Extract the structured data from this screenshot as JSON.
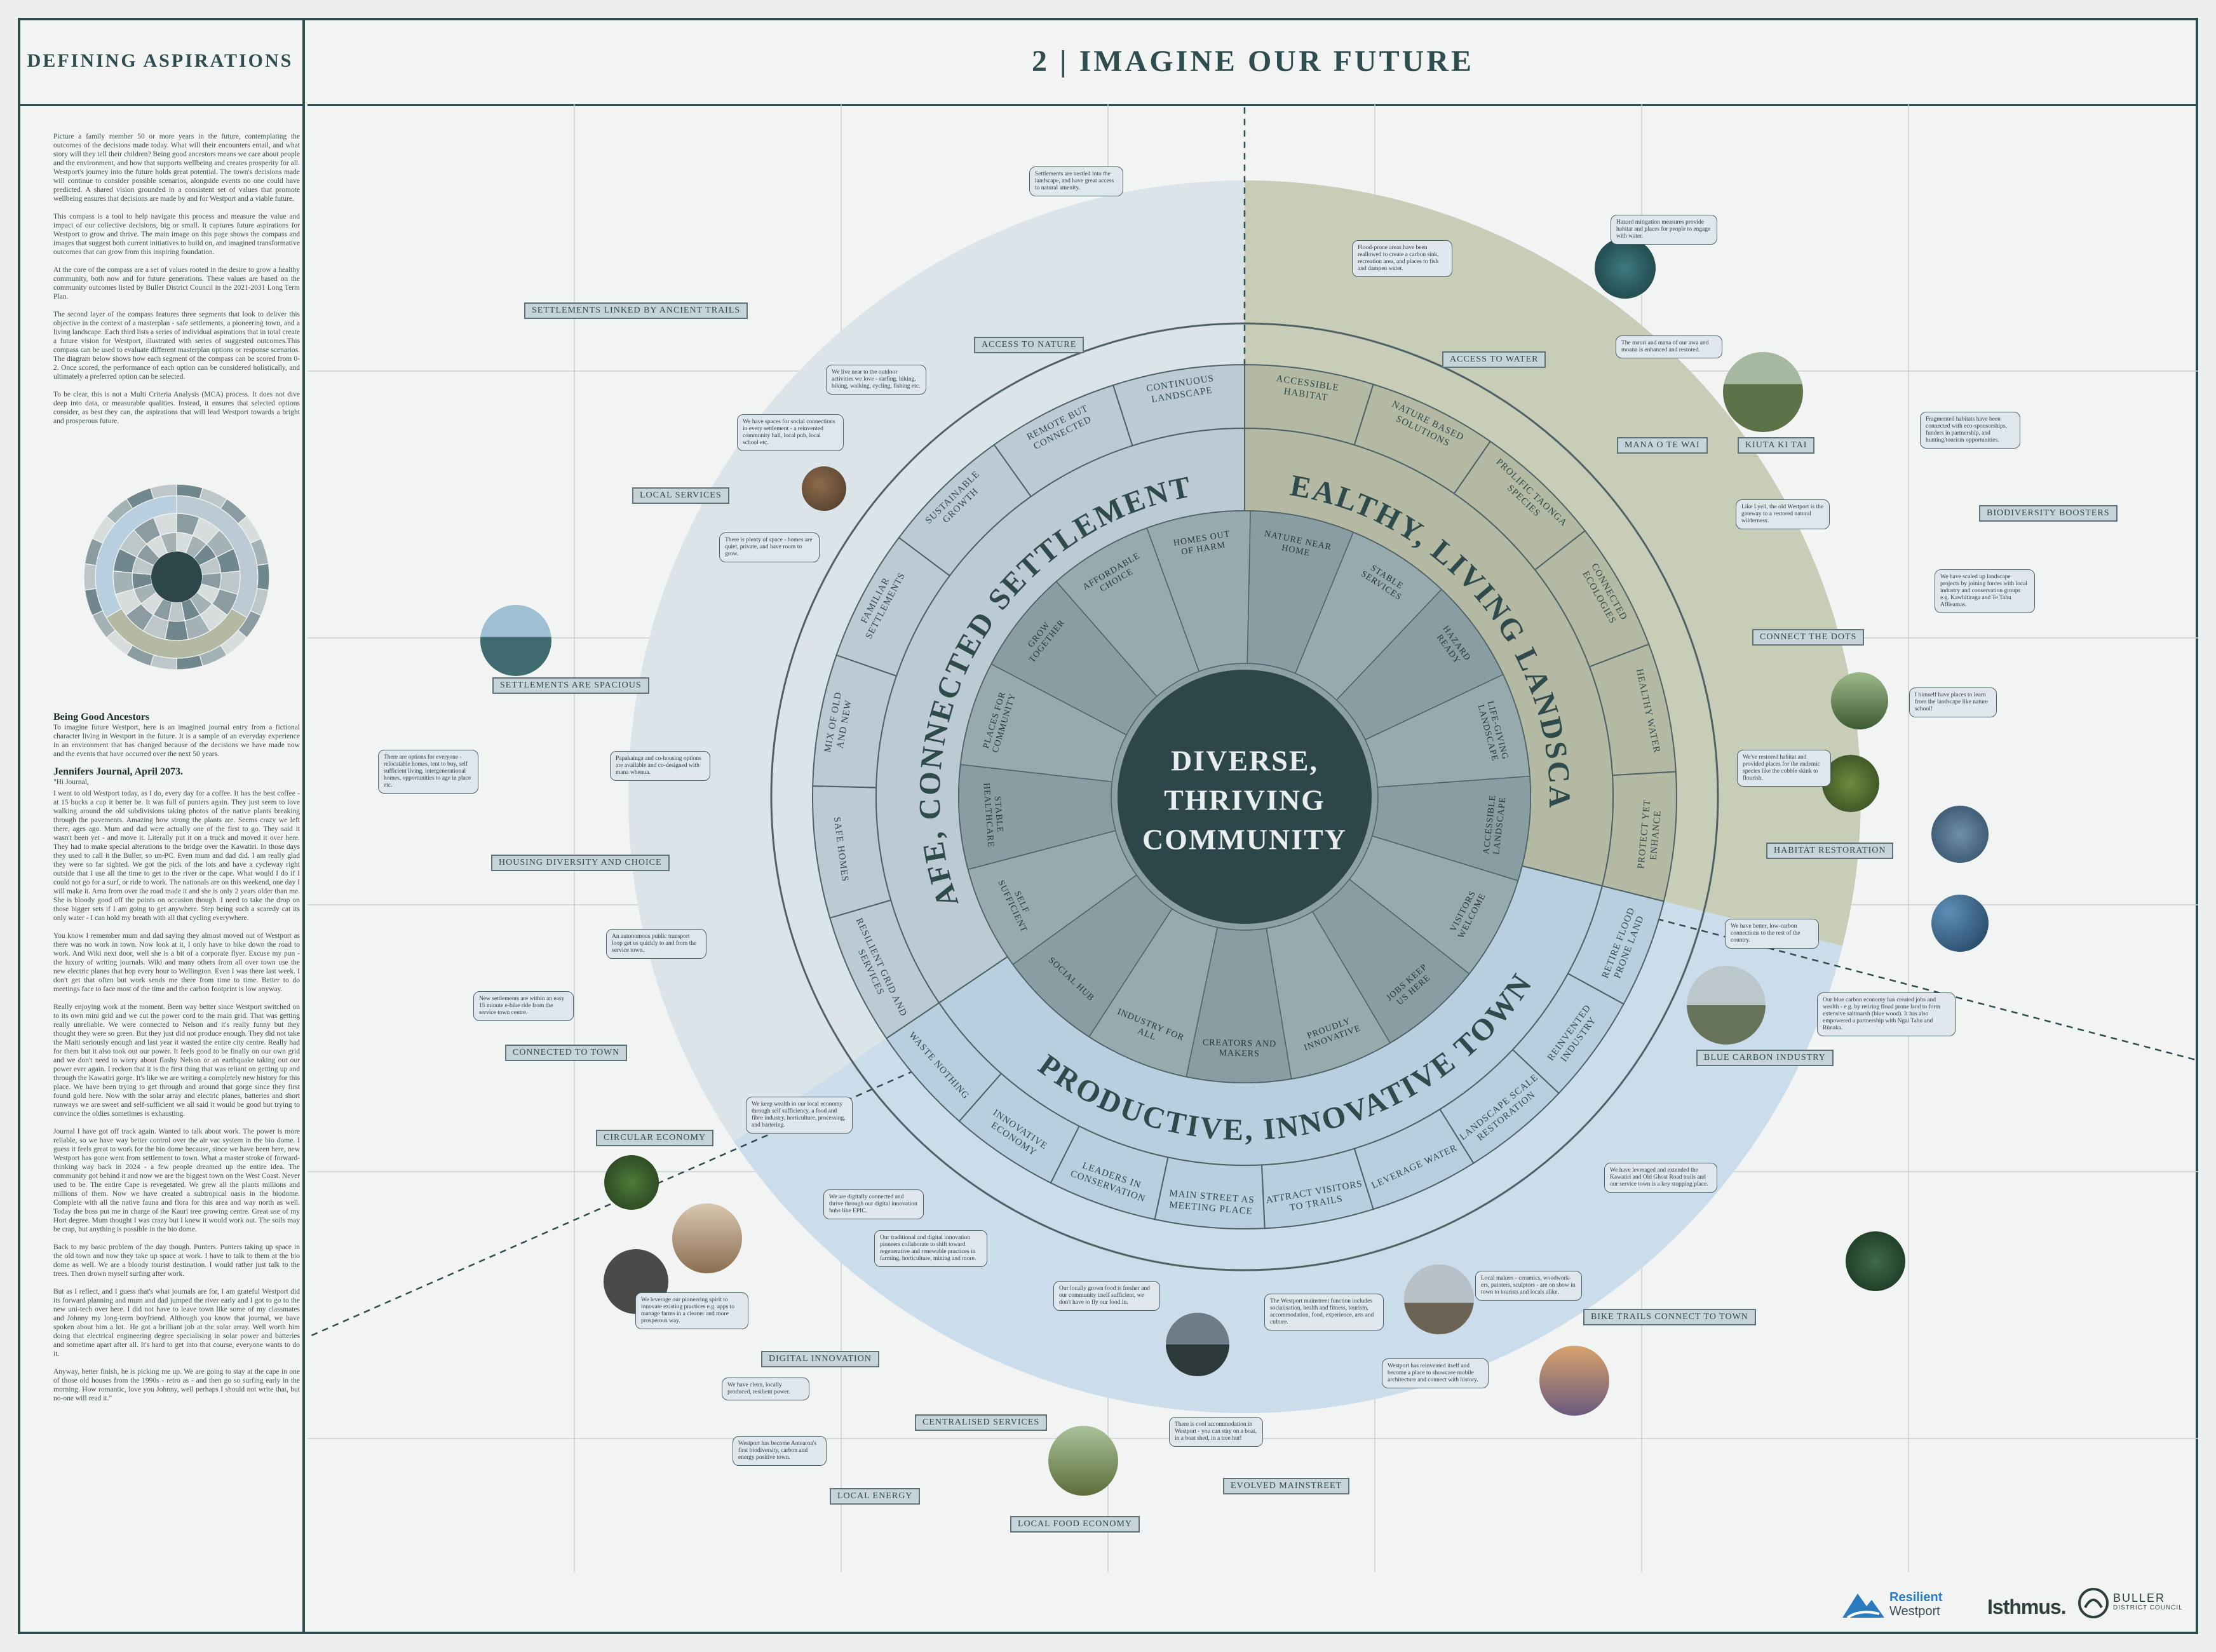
{
  "sidebar": {
    "title": "DEFINING ASPIRATIONS",
    "intro": [
      "Picture a family member 50 or more years in the future, contemplating the outcomes of the decisions made today. What will their encounters entail, and what story will they tell their children? Being good ancestors means we care about people and the environment, and how that supports wellbeing and creates prosperity for all. Westport's journey into the future holds great potential. The town's decisions made will continue to consider possible scenarios, alongside events no one could have predicted. A shared vision grounded in a consistent set of values that promote wellbeing ensures that decisions are made by and for Westport and a viable future.",
      "This compass is a tool to help navigate this process and measure the value and impact of our collective decisions, big or small. It captures future aspirations for Westport to grow and thrive. The main image on this page shows the compass and images that suggest both current initiatives to build on, and imagined transformative outcomes that can grow from this inspiring foundation.",
      "At the core of the compass are a set of values rooted in the desire to grow a healthy community, both now and for future generations. These values are based on the community outcomes listed by Buller District Council in the 2021-2031 Long Term Plan.",
      "The second layer of the compass features three segments that look to deliver this objective in the context of a masterplan - safe settlements, a pioneering town, and a living landscape. Each third lists a series of individual aspirations that in total create a future vision for Westport, illustrated with series of suggested outcomes.This compass can be used to evaluate different masterplan options or response scenarios. The diagram below shows how each segment of the compass can be scored from 0-2. Once scored, the performance of each option can be considered holistically, and ultimately a preferred option can be selected.",
      "To be clear, this is not a Multi Criteria Analysis (MCA) process. It does not dive deep into data, or measurable qualities. Instead, it ensures that selected options consider, as best they can, the aspirations that will lead Westport towards a bright and prosperous future."
    ],
    "ancestors_heading": "Being Good Ancestors",
    "ancestors_text": "To imagine future Westport, here is an imagined journal entry from a fictional character living in Westport in the future. It is a sample of an everyday experience in an environment that has changed because of the decisions we have made now and the events that have occurred over the next 50 years.",
    "journal_heading": "Jennifers Journal, April 2073.",
    "journal": [
      "\"Hi Journal,",
      "I went to old Westport today, as I do, every day for a coffee. It has the best coffee - at 15 bucks a cup it better be. It was full of punters again. They just seem to love walking around the old subdivisions taking photos of the native plants breaking through the pavements. Amazing how strong the plants are. Seems crazy we left there, ages ago. Mum and dad were actually one of the first to go. They said it wasn't been yet - and move it. Literally put it on a truck and moved it over here. They had to make special alterations to the bridge over the Kawatiri. In those days they used to call it the Buller, so un-PC. Even mum and dad did. I am really glad they were so far sighted. We got the pick of the lots and have a cycleway right outside that I use all the time to get to the river or the cape. What would I do if I could not go for a surf, or ride to work. The nationals are on this weekend, one day I will make it. Arna from over the road made it and she is only 2 years older than me. She is bloody good off the points on occasion though. I need to take the drop on those bigger sets if I am going to get anywhere. Step being such a scaredy cat its only water - I can hold my breath with all that cycling everywhere.",
      "You know I remember mum and dad saying they almost moved out of Westport as there was no work in town. Now look at it, I only have to bike down the road to work. And Wiki next door, well she is a bit of a corporate flyer. Excuse my pun - the luxury of writing journals. Wiki and many others from all over town use the new electric planes that hop every hour to Wellington. Even I was there last week. I don't get that often but work sends me there from time to time. Better to do meetings face to face most of the time and the carbon footprint is low anyway.",
      "Really enjoying work at the moment. Been way better since Westport switched on to its own mini grid and we cut the power cord to the main grid. That was getting really unreliable. We were connected to Nelson and it's really funny but they thought they were so green. But they just did not produce enough. They did not take the Maiti seriously enough and last year it wasted the entire city centre. Really had for them but it also took out our power. It feels good to be finally on our own grid and we don't need to worry about flashy Nelson or an earthquake taking out our power ever again. I reckon that it is the first thing that was reliant on getting up and through the Kawatiri gorge. It's like we are writing a completely new history for this place. We have been trying to get through and around that gorge since they first found gold here. Now with the solar array and electric planes, batteries and short runways we are sweet and self-sufficient we all said it would be good but trying to convince the oldies sometimes is exhausting.",
      "Journal I have got off track again. Wanted to talk about work. The power is more reliable, so we have way better control over the air vac system in the bio dome. I guess it feels great to work for the bio dome because, since we have been here, new Westport has gone went from settlement to town. What a master stroke of forward-thinking way back in 2024 - a few people dreamed up the entire idea. The community got behind it and now we are the biggest town on the West Coast. Never used to be. The entire Cape is revegetated. We grew all the plants millions and millions of them. Now we have created a subtropical oasis in the biodome. Complete with all the native fauna and flora for this area and way north as well. Today the boss put me in charge of the Kauri tree growing centre. Great use of my Hort degree. Mum thought I was crazy but I knew it would work out. The soils may be crap, but anything is possible in the bio dome.",
      "Back to my basic problem of the day though. Punters. Punters taking up space in the old town and now they take up space at work. I have to talk to them at the bio dome as well. We are a bloody tourist destination. I would rather just talk to the trees. Then drown myself surfing after work.",
      "But as I reflect, and I guess that's what journals are for, I am grateful Westport did its forward planning and mum and dad jumped the river early and I got to go to the new uni-tech over here. I did not have to leave town like some of my classmates and Johnny my long-term boyfriend. Although you know that journal, we have spoken about him a lot.. He got a brilliant job at the solar array. Well worth him doing that electrical engineering degree specialising in solar power and batteries and sometime apart after all. It's hard to get into that course, everyone wants to do it.",
      "Anyway, better finish, he is picking me up. We are going to stay at the cape in one of those old houses from the 1990s - retro as - and then go so surfing early in the morning. How romantic, love you Johnny, well perhaps I should not write that, but no-one will read it.\""
    ]
  },
  "header": {
    "title": "2 | IMAGINE OUR FUTURE"
  },
  "compass": {
    "center": [
      "DIVERSE,",
      "THRIVING",
      "COMMUNITY"
    ],
    "segments": [
      {
        "label": "SAFE, CONNECTED SETTLEMENTS",
        "color": "#bccbd3"
      },
      {
        "label": "HEALTHY, LIVING LANDSCAPE",
        "color": "#b3b9a3"
      },
      {
        "label": "PRODUCTIVE, INNOVATIVE TOWN",
        "color": "#b8cfe0"
      }
    ],
    "inner_values": [
      "HOMES OUT OF HARM",
      "NATURE NEAR HOME",
      "STABLE SERVICES",
      "HAZARD READY",
      "LIFE-GIVING LANDSCAPE",
      "ACCESSIBLE LANDSCAPE",
      "VISITORS WELCOME",
      "JOBS KEEP US HERE",
      "PROUDLY INNOVATIVE",
      "CREATORS AND MAKERS",
      "INDUSTRY FOR ALL",
      "SOCIAL HUB",
      "SELF SUFFICIENT",
      "STABLE HEALTHCARE",
      "PLACES FOR COMMUNITY",
      "GROW TOGETHER",
      "AFFORDABLE CHOICE"
    ],
    "outer_aspirations": [
      "ACCESSIBLE HABITAT",
      "NATURE BASED SOLUTIONS",
      "PROLIFIC TAONGA SPECIES",
      "CONNECTED ECOLOGIES",
      "HEALTHY WATER",
      "PROTECT YET ENHANCE",
      "RETIRE FLOOD PRONE LAND",
      "REINVENTED INDUSTRY",
      "LANDSCAPE SCALE RESTORATION",
      "LEVERAGE WATER",
      "ATTRACT VISITORS TO TRAILS",
      "MAIN STREET AS MEETING PLACE",
      "LEADERS IN CONSERVATION",
      "INNOVATIVE ECONOMY",
      "WASTE NOTHING",
      "RESILIENT GRID AND SERVICES",
      "SAFE HOMES",
      "MIX OF OLD AND NEW",
      "FAMILIAR SETTLEMENTS",
      "SUSTAINABLE GROWTH",
      "REMOTE BUT CONNECTED",
      "CONTINUOUS LANDSCAPE"
    ]
  },
  "image_labels": [
    "SETTLEMENTS LINKED BY ANCIENT TRAILS",
    "ACCESS TO NATURE",
    "ACCESS TO WATER",
    "MANA O TE WAI",
    "KIUTA KI TAI",
    "LOCAL SERVICES",
    "SETTLEMENTS ARE SPACIOUS",
    "BIODIVERSITY BOOSTERS",
    "CONNECT THE DOTS",
    "HABITAT RESTORATION",
    "HOUSING DIVERSITY AND CHOICE",
    "CONNECTED TO TOWN",
    "CIRCULAR ECONOMY",
    "BLUE CARBON INDUSTRY",
    "DIGITAL INNOVATION",
    "CENTRALISED SERVICES",
    "LOCAL ENERGY",
    "LOCAL FOOD ECONOMY",
    "EVOLVED MAINSTREET",
    "BIKE TRAILS CONNECT TO TOWN"
  ],
  "bubbles": [
    "Settlements are nestled into the landscape, and have great access to natural amenity.",
    "We live near to the outdoor activities we love - surfing, hiking, biking, walking, cycling, fishing etc.",
    "We have spaces for social connections in every settlement - a reinvented community hall, local pub, local school etc.",
    "There is plenty of space - homes are quiet, private, and have room to grow.",
    "There are options for everyone - relocatable homes, tent to buy, self sufficient living, intergenerational homes, opportunities to age in place etc.",
    "Papakainga and co-housing options are available and co-designed with mana whenua.",
    "An autonomous public transport loop get us quickly to and from the service town.",
    "New settlements are within an easy 15 minute e-bike ride from the service town centre.",
    "Flood-prone areas have been reallowed to create a carbon sink, recreation area, and places to fish and dampen water.",
    "Hazard mitigation measures provide habitat and places for people to engage with water.",
    "The mauri and mana of our awa and moana is enhanced and restored.",
    "Fragmented habitats have been connected with eco-sponsorships, funders in partnership, and hunting/tourism opportunities.",
    "Like Lyell, the old Westport is the gateway to a restored natural wilderness.",
    "We have scaled up landscape projects by joining forces with local industry and conservation groups e.g. Kawhitiraga and Te Tahu Aflleamas.",
    "I himself have places to learn from the landscape like nature school!",
    "We've restored habitat and provided places for the endemic species like the cobble skink to flourish.",
    "We have better, low-carbon connections to the rest of the country.",
    "Our blue carbon economy has created jobs and wealth - e.g. by retiring flood prone land to form extensive saltmarsh (blue wood). It has also empowered a partnership with Ngai Tahu and Rūnaka.",
    "We keep wealth in our local economy through self sufficiency, a food and fibre industry, horticulture, processing, and bartering.",
    "We are digitally connected and thrive through our digital innovation hubs like EPIC.",
    "Our traditional and digital innovation pioneers collaborate to shift toward regenerative and renewable practices in farming, horticulture, mining and more.",
    "We leverage our pioneering spirit to innovate existing practices e.g. apps to manage farms in a cleaner and more prosperous way.",
    "Our locally grown food is fresher and our community itself sufficient, we don't have to fly our food in.",
    "We have clean, locally produced, resilient power.",
    "Westport has become Aotearoa's first biodiversity, carbon and energy positive town.",
    "There is cool accommodation in Westport - you can stay on a boat, in a boat shed, in a tree hut!",
    "The Westport mainstreet function includes socialisation, health and fitness, tourism, accommodation, food, experience, arts and culture.",
    "Westport has reinvented itself and become a place to showcase mobile architecture and connect with history.",
    "Local makers - ceramics, woodwork-ers, painters, sculptors - are on show in town to tourists and locals alike.",
    "We have leveraged and extended the Kawatiri and Old Ghost Road trails and our service town is a key stopping place."
  ],
  "colors": {
    "frame": "#2f4c4e",
    "core": "#2d4649",
    "ring_settlements": "#bccbd3",
    "ring_landscape": "#b3b9a3",
    "ring_town": "#b8cfe0"
  },
  "logos": {
    "resilient": "Resilient",
    "westport": "Westport",
    "isthmus": "Isthmus.",
    "buller": "BULLER",
    "council": "DISTRICT COUNCIL"
  }
}
